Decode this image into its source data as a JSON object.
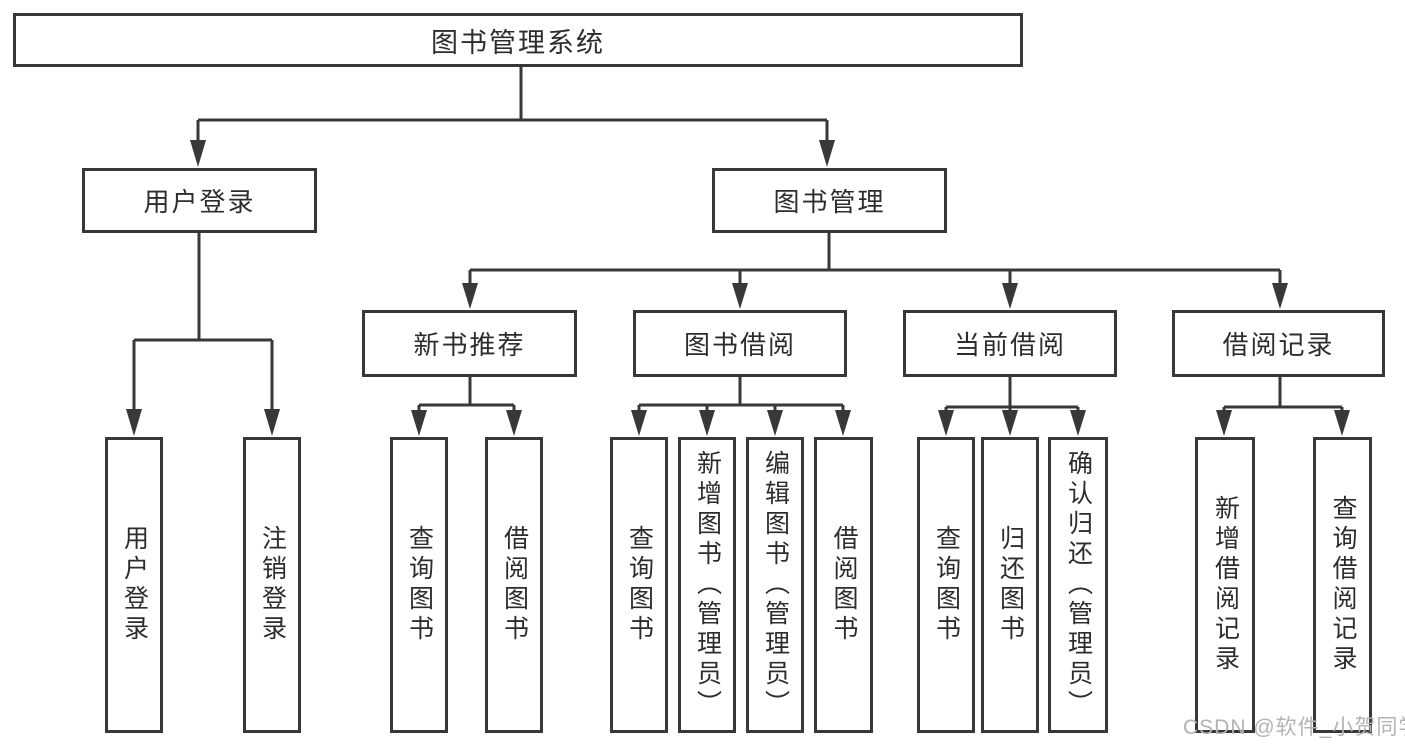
{
  "diagram": {
    "type": "hierarchy-functional-structure",
    "root": {
      "label": "图书管理系统"
    },
    "modules": [
      {
        "label": "用户登录",
        "children": [
          {
            "label": "用户登录"
          },
          {
            "label": "注销登录"
          }
        ]
      },
      {
        "label": "图书管理",
        "submodules": [
          {
            "label": "新书推荐",
            "children": [
              {
                "label": "查询图书"
              },
              {
                "label": "借阅图书"
              }
            ]
          },
          {
            "label": "图书借阅",
            "children": [
              {
                "label": "查询图书"
              },
              {
                "label": "新增图书（管理员）"
              },
              {
                "label": "编辑图书（管理员）"
              },
              {
                "label": "借阅图书"
              }
            ]
          },
          {
            "label": "当前借阅",
            "children": [
              {
                "label": "查询图书"
              },
              {
                "label": "归还图书"
              },
              {
                "label": "确认归还（管理员）"
              }
            ]
          },
          {
            "label": "借阅记录",
            "children": [
              {
                "label": "新增借阅记录"
              },
              {
                "label": "查询借阅记录"
              }
            ]
          }
        ]
      }
    ],
    "watermark": {
      "text": "CSDN @软件_小贺同学"
    }
  },
  "colors": {
    "line": "#383838",
    "text": "#2d2d2d",
    "box_background": "#ffffff",
    "page_background": "#ffffff",
    "watermark": "#b3b3b3"
  }
}
